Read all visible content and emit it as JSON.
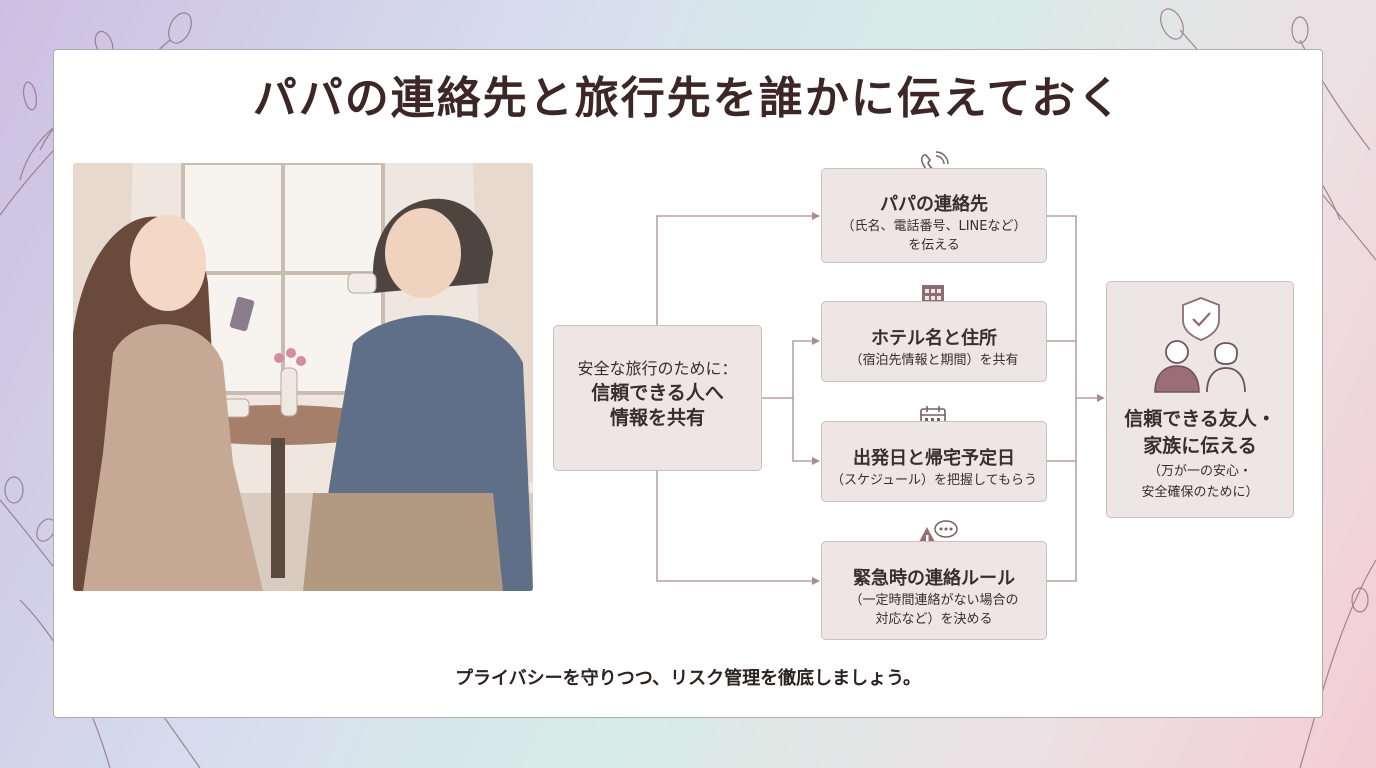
{
  "title": "パパの連絡先と旅行先を誰かに伝えておく",
  "center": {
    "line1": "安全な旅行のために：",
    "line2": "信頼できる人へ",
    "line3": "情報を共有"
  },
  "items": [
    {
      "title": "パパの連絡先",
      "sub1": "（氏名、電話番号、LINEなど）",
      "sub2": "を伝える",
      "icon": "phone-icon"
    },
    {
      "title": "ホテル名と住所",
      "sub1": "（宿泊先情報と期間）を共有",
      "icon": "building-icon"
    },
    {
      "title": "出発日と帰宅予定日",
      "sub1": "（スケジュール）を把握してもらう",
      "icon": "calendar-icon"
    },
    {
      "title": "緊急時の連絡ルール",
      "sub1": "（一定時間連絡がない場合の",
      "sub2": "対応など）を決める",
      "icon": "warning-chat-icon"
    }
  ],
  "result": {
    "line1": "信頼できる友人・",
    "line2": "家族に伝える",
    "sub1": "（万が一の安心・",
    "sub2": "安全確保のために）",
    "icon": "shield-people-icon"
  },
  "footer": "プライバシーを守りつつ、リスク管理を徹底しましょう。",
  "colors": {
    "accent": "#9b6e76",
    "box": "#ede6e5",
    "line": "#a98c90"
  }
}
